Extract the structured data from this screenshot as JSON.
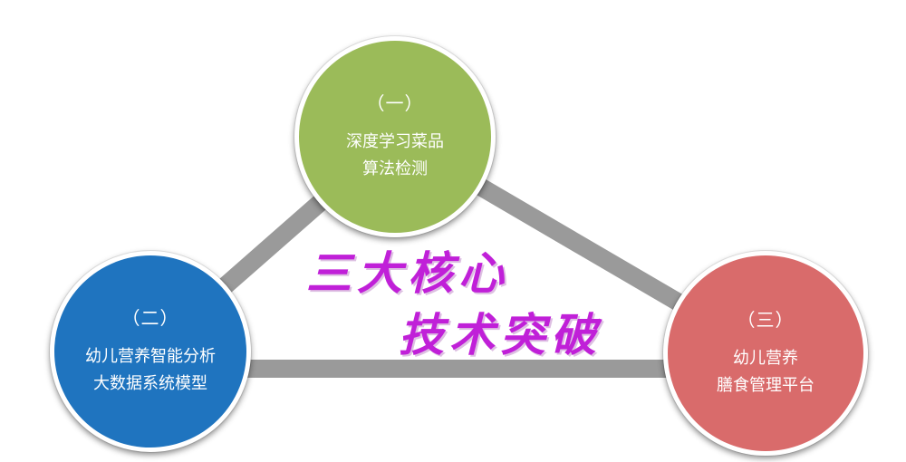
{
  "nodes": [
    {
      "number": "（一）",
      "line1": "深度学习菜品",
      "line2": "算法检测",
      "color": "#9bbb59"
    },
    {
      "number": "（二）",
      "line1": "幼儿营养智能分析",
      "line2": "大数据系统模型",
      "color": "#1f74bf"
    },
    {
      "number": "（三）",
      "line1": "幼儿营养",
      "line2": "膳食管理平台",
      "color": "#d96b6b"
    }
  ],
  "center": {
    "line1": "三大核心",
    "line2": "技术突破",
    "color": "#c020d8"
  },
  "connector_color": "#9a9a9a"
}
